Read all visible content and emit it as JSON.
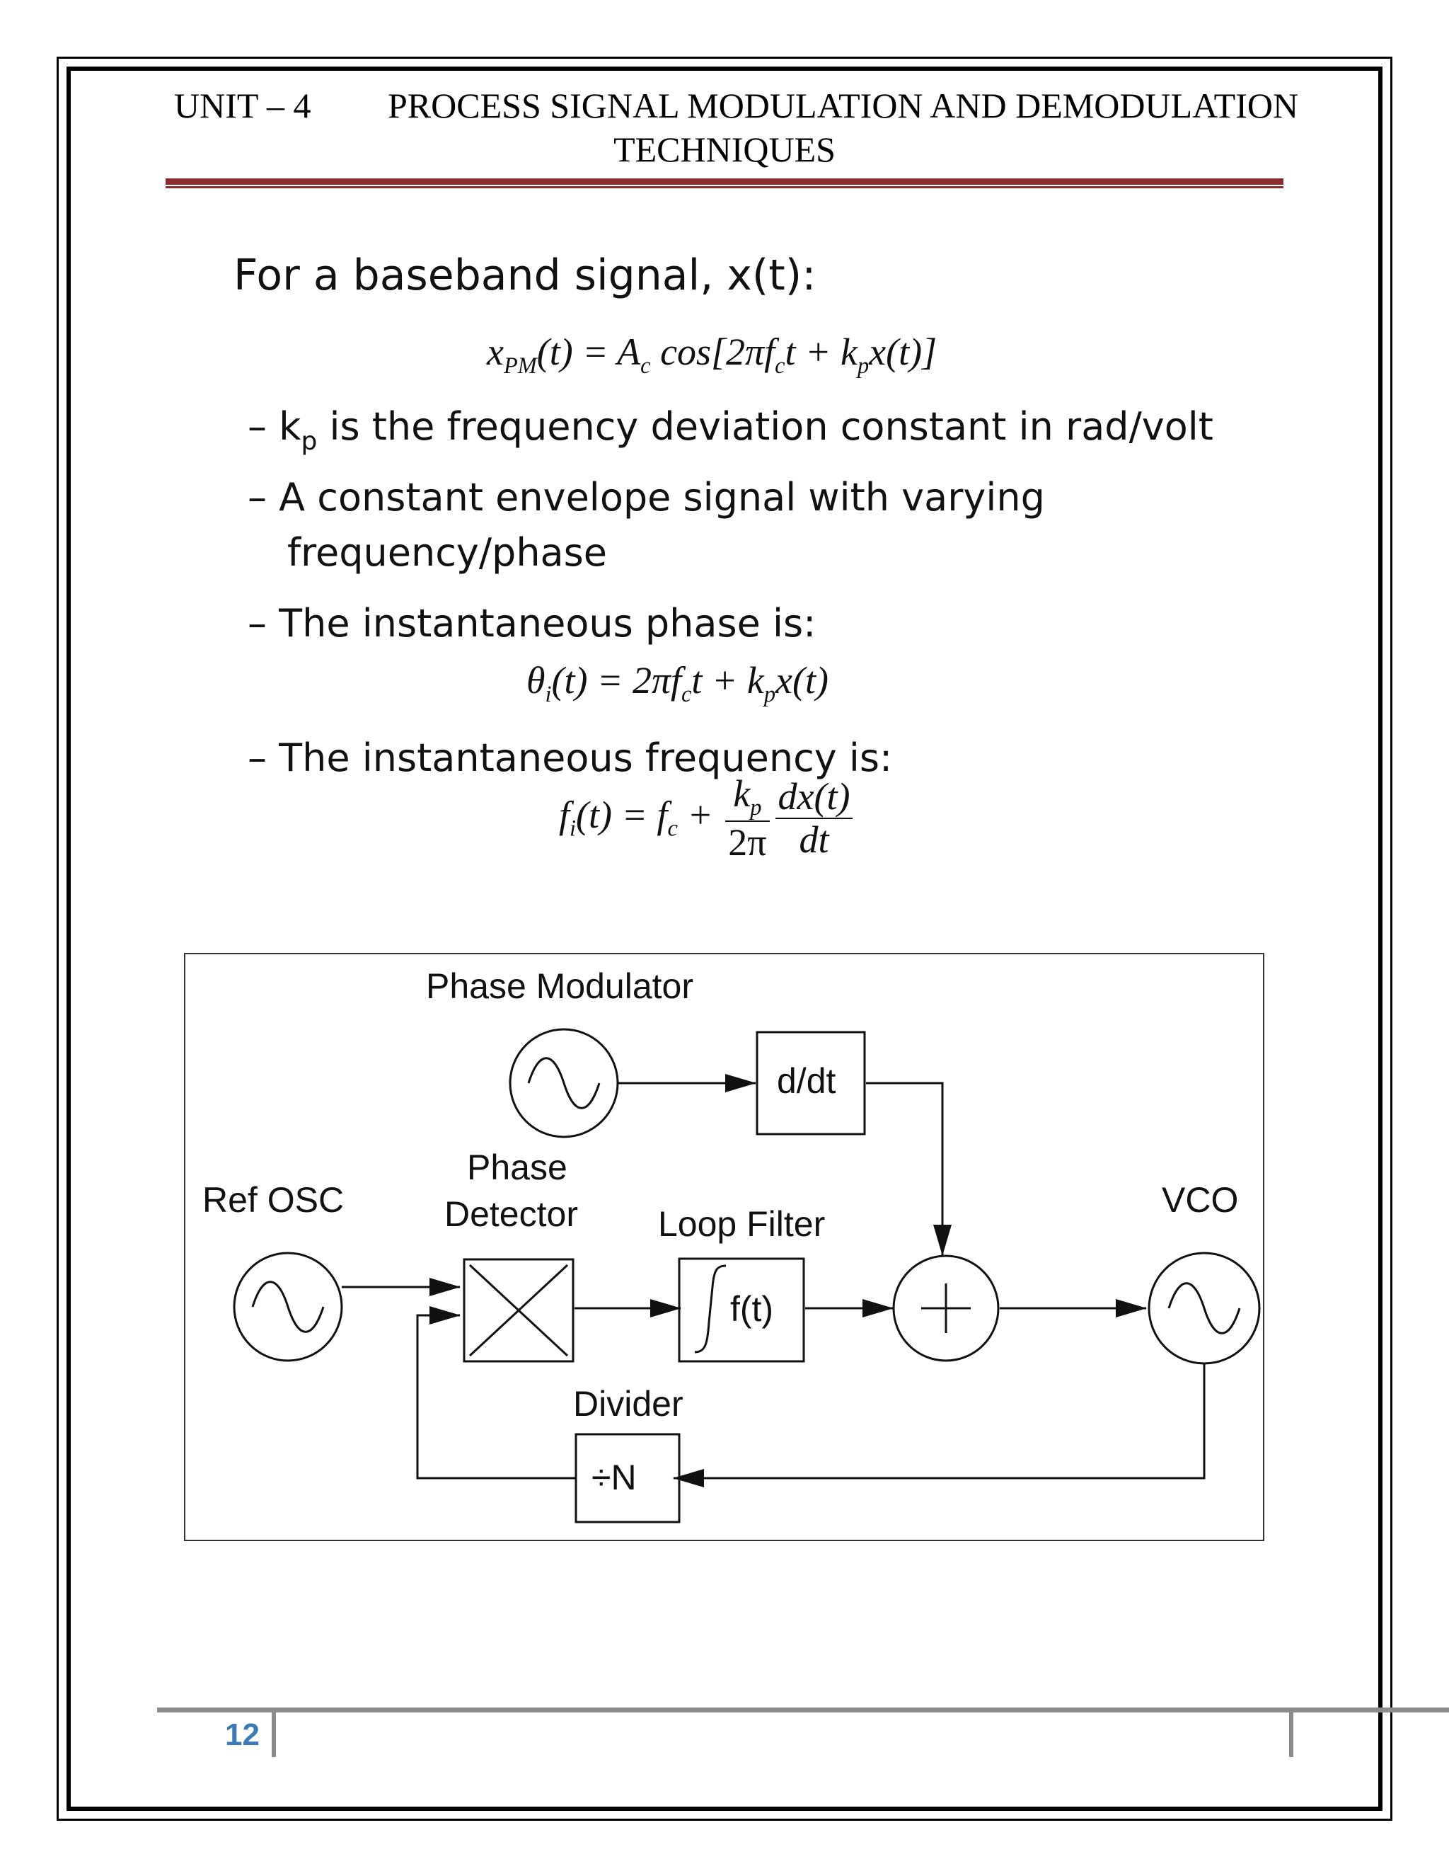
{
  "header": {
    "unit": "UNIT – 4",
    "title_line1": "PROCESS SIGNAL MODULATION AND DEMODULATION",
    "title_line2": "TECHNIQUES"
  },
  "slide": {
    "heading": "For a baseband signal, x(t):",
    "eq_pm": {
      "lhs": "x",
      "lhs_sub": "PM",
      "rhs": "(t) = A",
      "a_sub": "c",
      "cos": " cos[2πf",
      "fc_sub": "c",
      "mid": "t + k",
      "kp_sub": "p",
      "tail": "x(t)]"
    },
    "bullet1_pre": "– k",
    "bullet1_sub": "p",
    "bullet1_post": " is the frequency deviation constant in rad/volt",
    "bullet2_line1": "– A constant envelope signal with varying",
    "bullet2_line2": "frequency/phase",
    "bullet3": "– The instantaneous phase is:",
    "eq_phase": {
      "theta": "θ",
      "theta_sub": "i",
      "mid": "(t) = 2πf",
      "fc_sub": "c",
      "mid2": "t + k",
      "kp_sub": "p",
      "tail": "x(t)"
    },
    "bullet4": "– The instantaneous frequency is:",
    "eq_freq": {
      "f": "f",
      "f_sub": "i",
      "mid": "(t) = f",
      "fc_sub": "c",
      "plus": " + ",
      "num1": "k",
      "num1_sub": "p",
      "den1": "2π",
      "num2": "dx(t)",
      "den2": "dt"
    }
  },
  "diagram": {
    "title": "Phase  Modulator",
    "ddt_label": "d/dt",
    "ref_osc_label": "Ref  OSC",
    "phase_detector_line1": "Phase",
    "phase_detector_line2": "Detector",
    "loop_filter_label": "Loop Filter",
    "loop_filter_box": "f(t)",
    "vco_label": "VCO",
    "divider_label": "Divider",
    "divider_box": "÷N"
  },
  "footer": {
    "page_number": "12"
  },
  "colors": {
    "header_rule": "#8b2c2c",
    "footer_rule": "#8c8c8c",
    "page_number": "#3a7ab8"
  }
}
